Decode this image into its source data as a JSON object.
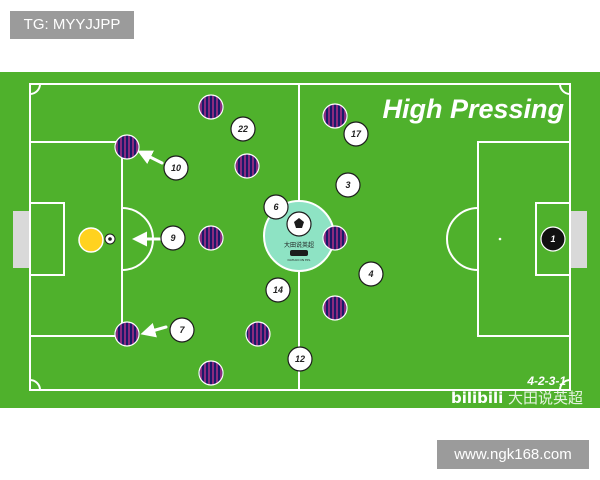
{
  "watermark_top": "TG: MYYJJPP",
  "watermark_bottom": "www.ngk168.com",
  "diagram": {
    "title": "High Pressing",
    "formation": "4-2-3-1",
    "channel_brand": "bilibili",
    "channel_name": "大田说英超",
    "center_logo_text": "大田说英超",
    "center_logo_subtext": "DATIAN ON EPL",
    "colors": {
      "pitch": "#4fb12c",
      "lines": "#ffffff",
      "team_stripe_a": "#8a2a80",
      "team_stripe_b": "#1a1a6a",
      "opponent_fill": "#ffffff",
      "goalkeeper_fill": "#111111",
      "ball_carrier_fill": "#ffd21f",
      "logo_fill": "#8ee3c4"
    },
    "opponents": [
      {
        "number": "10"
      },
      {
        "number": "9"
      },
      {
        "number": "7"
      },
      {
        "number": "22"
      },
      {
        "number": "6"
      },
      {
        "number": "14"
      },
      {
        "number": "12"
      },
      {
        "number": "17"
      },
      {
        "number": "3"
      },
      {
        "number": "4"
      },
      {
        "number": "1"
      }
    ],
    "pressing_players": 10,
    "pressing_arrows": 3
  }
}
